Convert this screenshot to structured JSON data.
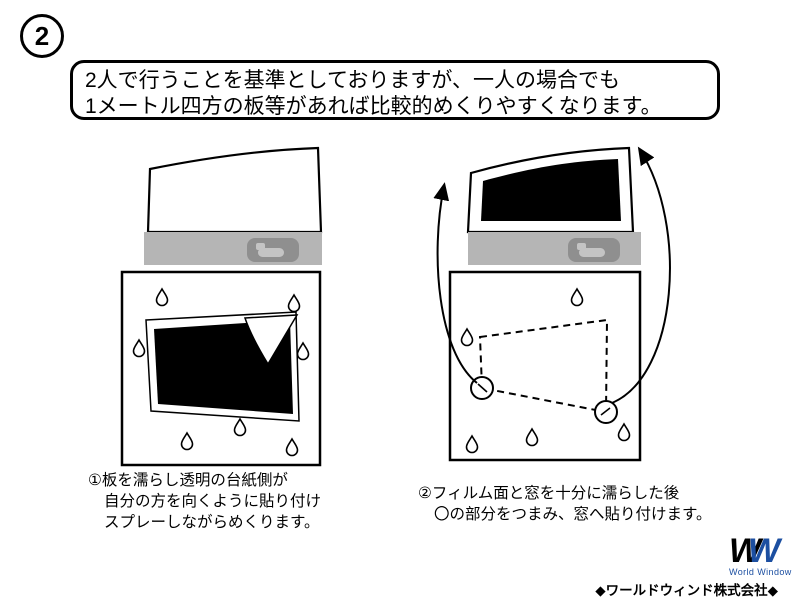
{
  "step": {
    "number": "2"
  },
  "bubble": {
    "line1": "2人で行うことを基準としておりますが、一人の場合でも",
    "line2": "1メートル四方の板等があれば比較的めくりやすくなります。"
  },
  "figures": {
    "left": {
      "caption1": "①板を濡らし透明の台紙側が",
      "caption2": "自分の方を向くように貼り付け",
      "caption3": "スプレーしながらめくります。"
    },
    "right": {
      "caption1": "②フィルム面と窓を十分に濡らした後",
      "caption2": "〇の部分をつまみ、窓へ貼り付けます。"
    }
  },
  "icons": {
    "spray_bottle": "spray-bottle-icon",
    "water_drop": "water-drop-icon",
    "grab_point": "grab-point-circle"
  },
  "colors": {
    "accent_blue": "#1c4fa1",
    "stand_gray": "#b5b5b5",
    "holder_gray": "#8f8f8f"
  },
  "logo": {
    "w1": "W",
    "w2": "W",
    "subtitle": "World Window",
    "company": "◆ワールドウィンド株式会社◆"
  }
}
